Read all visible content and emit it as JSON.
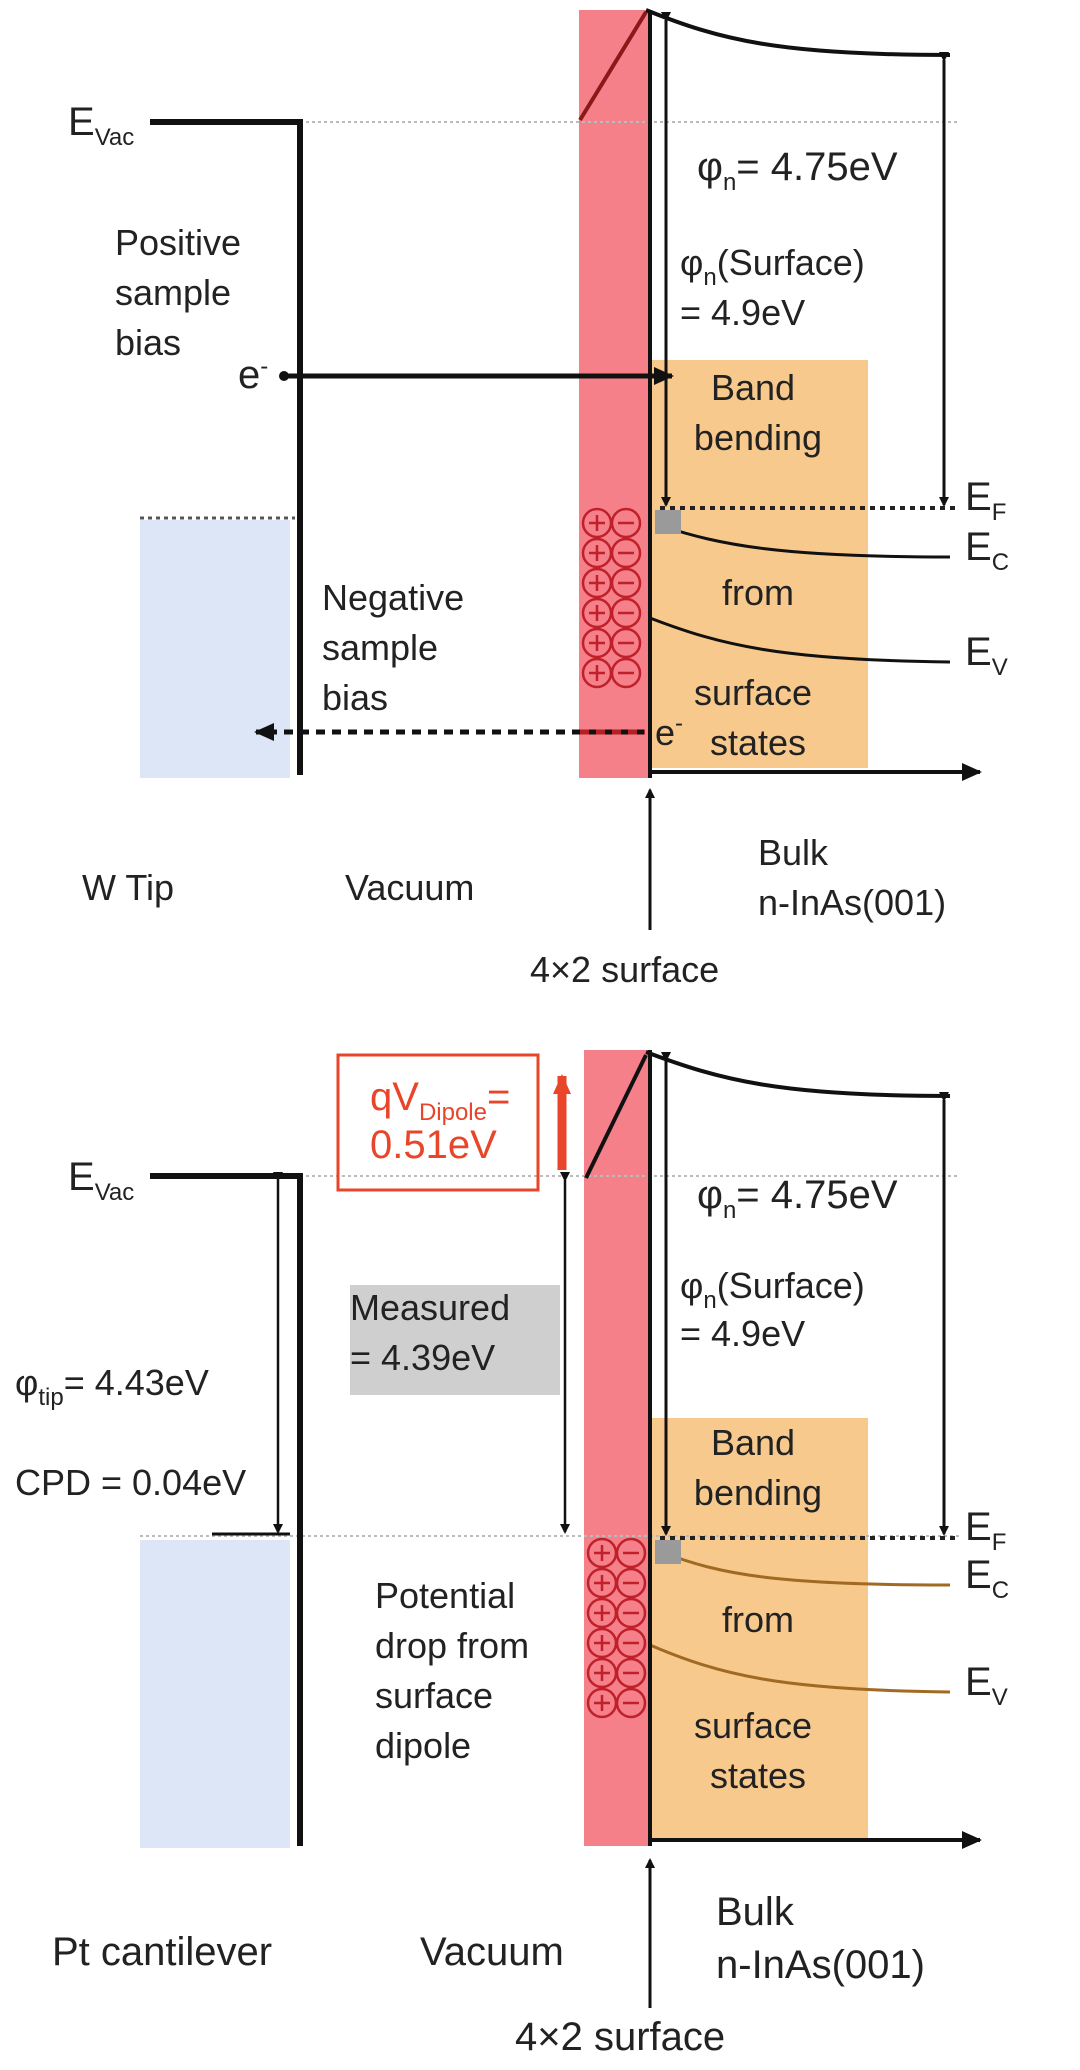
{
  "colors": {
    "pink_region": "#f5808a",
    "orange_region": "#f7c98d",
    "blue_region": "#dce6f6",
    "dipole_red": "#e8452a",
    "measured_gray": "#cfcfcf",
    "line_black": "#111111",
    "band_brown": "#a06a22"
  },
  "top": {
    "evac_main": "E",
    "evac_sub": "Vac",
    "positive_bias": [
      "Positive",
      "sample",
      "bias"
    ],
    "electron": "e",
    "electron_sup": "-",
    "negative_bias": [
      "Negative",
      "sample",
      "bias"
    ],
    "phi_n_main": "φ",
    "phi_n_sub": "n",
    "phi_n_value": "= 4.75eV",
    "phi_surface_main": "φ",
    "phi_surface_sub": "n",
    "phi_surface_label": "(Surface)",
    "phi_surface_value": "= 4.9eV",
    "band_bending": [
      "Band",
      "bending"
    ],
    "from": "from",
    "surface_states": [
      "surface",
      "states"
    ],
    "e_minus": "e",
    "e_minus_sup": "-",
    "ef_main": "E",
    "ef_sub": "F",
    "ec_main": "E",
    "ec_sub": "C",
    "ev_main": "E",
    "ev_sub": "V",
    "tip": "W Tip",
    "vacuum": "Vacuum",
    "bulk": [
      "Bulk",
      "n-InAs(001)"
    ],
    "surface_label": "4×2 surface"
  },
  "bottom": {
    "evac_main": "E",
    "evac_sub": "Vac",
    "qv_main": "qV",
    "qv_sub": "Dipole",
    "qv_eq": "=",
    "qv_value": "0.51eV",
    "measured": [
      "Measured",
      "= 4.39eV"
    ],
    "phi_tip_main": "φ",
    "phi_tip_sub": "tip",
    "phi_tip_value": "= 4.43eV",
    "cpd": "CPD = 0.04eV",
    "phi_n_main": "φ",
    "phi_n_sub": "n",
    "phi_n_value": "= 4.75eV",
    "phi_surface_main": "φ",
    "phi_surface_sub": "n",
    "phi_surface_label": "(Surface)",
    "phi_surface_value": "= 4.9eV",
    "band_bending": [
      "Band",
      "bending"
    ],
    "from": "from",
    "surface_states": [
      "surface",
      "states"
    ],
    "potential_drop": [
      "Potential",
      "drop from",
      "surface",
      "dipole"
    ],
    "ef_main": "E",
    "ef_sub": "F",
    "ec_main": "E",
    "ec_sub": "C",
    "ev_main": "E",
    "ev_sub": "V",
    "tip": "Pt cantilever",
    "vacuum": "Vacuum",
    "bulk": [
      "Bulk",
      "n-InAs(001)"
    ],
    "surface_label": "4×2 surface"
  }
}
